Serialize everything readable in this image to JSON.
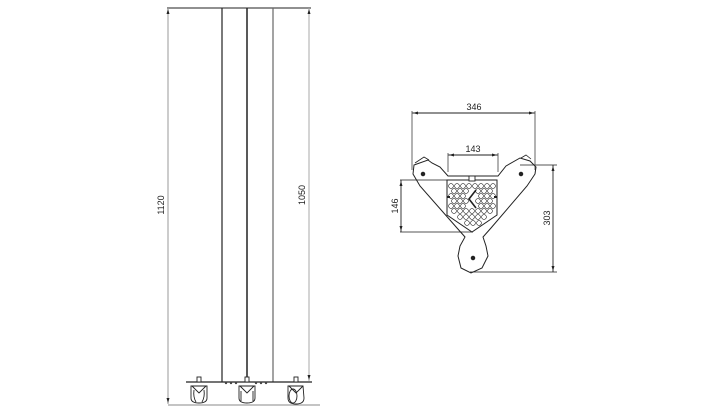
{
  "drawing": {
    "side_view": {
      "dimensions": {
        "total_height": "1120",
        "pole_height": "1050"
      }
    },
    "top_view": {
      "dimensions": {
        "overall_width": "346",
        "box_width": "143",
        "box_depth": "146",
        "overall_depth": "303"
      }
    }
  }
}
